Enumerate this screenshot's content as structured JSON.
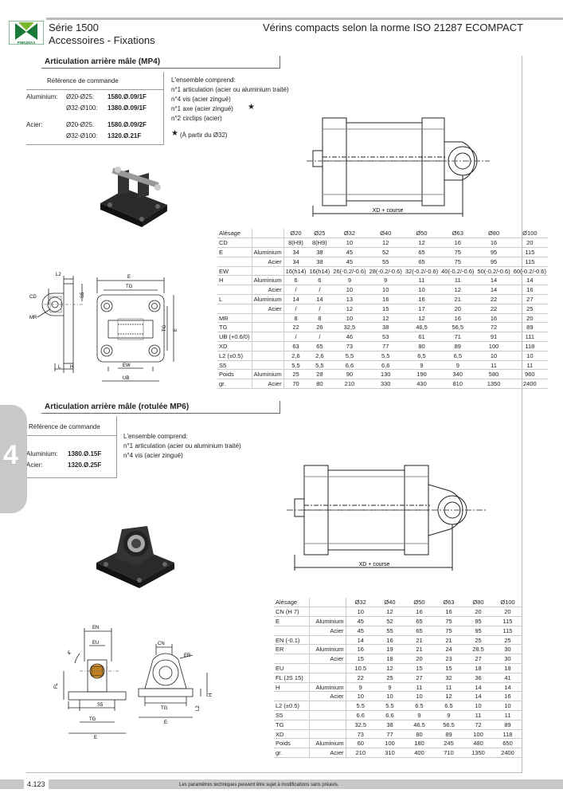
{
  "header": {
    "logo_text": "PNEUMAX",
    "series": "Série 1500",
    "subtitle": "Accessoires - Fixations",
    "product": "Vérins compacts selon la norme ISO 21287 ECOMPACT"
  },
  "mp4": {
    "title": "Articulation arrière mâle (MP4)",
    "ref_heading": "Référence de commande",
    "refs": [
      {
        "mat": "Aluminium:",
        "range": "Ø20-Ø25:",
        "code": "1580.Ø.09/1F"
      },
      {
        "mat": "",
        "range": "Ø32-Ø100:",
        "code": "1380.Ø.09/1F"
      },
      {
        "mat": "Acier:",
        "range": "Ø20-Ø25:",
        "code": "1580.Ø.09/2F"
      },
      {
        "mat": "",
        "range": "Ø32-Ø100:",
        "code": "1320.Ø.21F"
      }
    ],
    "includes_heading": "L'ensemble comprend:",
    "includes": [
      "n°1 articulation (acier ou aluminium traité)",
      "n°4 vis (acier zingué)",
      "n°1 axe (acier zingué)",
      "n°2 circlips (acier)"
    ],
    "star": "★",
    "note": "(À partir du Ø32)",
    "dim_label": "XD + course",
    "drawing_labels": {
      "L2": "L2",
      "CD": "CD",
      "S5": "S5",
      "MR": "MR",
      "L": "L",
      "H": "H",
      "E": "E",
      "TG": "TG",
      "EW": "EW",
      "UB": "UB"
    },
    "table": {
      "rows": [
        {
          "label": "Alésage",
          "sub": "",
          "vals": [
            "Ø20",
            "Ø25",
            "Ø32",
            "Ø40",
            "Ø50",
            "Ø63",
            "Ø80",
            "Ø100"
          ]
        },
        {
          "label": "CD",
          "sub": "",
          "vals": [
            "8(H9)",
            "8(H9)",
            "10",
            "12",
            "12",
            "16",
            "16",
            "20"
          ]
        },
        {
          "label": "E",
          "sub": "Aluminium",
          "vals": [
            "34",
            "38",
            "45",
            "52",
            "65",
            "75",
            "95",
            "115"
          ]
        },
        {
          "label": "",
          "sub": "Acier",
          "vals": [
            "34",
            "38",
            "45",
            "55",
            "65",
            "75",
            "95",
            "115"
          ]
        },
        {
          "label": "EW",
          "sub": "",
          "vals": [
            "16(h14)",
            "16(h14)",
            "26(-0.2/-0.6)",
            "28(-0.2/-0.6)",
            "32(-0.2/-0.6)",
            "40(-0.2/-0.6)",
            "50(-0.2/-0.6)",
            "60(-0.2/-0.6)"
          ]
        },
        {
          "label": "H",
          "sub": "Aluminium",
          "vals": [
            "6",
            "6",
            "9",
            "9",
            "11",
            "11",
            "14",
            "14"
          ]
        },
        {
          "label": "",
          "sub": "Acier",
          "vals": [
            "/",
            "/",
            "10",
            "10",
            "10",
            "12",
            "14",
            "16"
          ]
        },
        {
          "label": "L",
          "sub": "Aluminium",
          "vals": [
            "14",
            "14",
            "13",
            "16",
            "16",
            "21",
            "22",
            "27"
          ]
        },
        {
          "label": "",
          "sub": "Acier",
          "vals": [
            "/",
            "/",
            "12",
            "15",
            "17",
            "20",
            "22",
            "25"
          ]
        },
        {
          "label": "MR",
          "sub": "",
          "vals": [
            "8",
            "8",
            "10",
            "12",
            "12",
            "16",
            "16",
            "20"
          ]
        },
        {
          "label": "TG",
          "sub": "",
          "vals": [
            "22",
            "26",
            "32,5",
            "38",
            "46,5",
            "56,5",
            "72",
            "89"
          ]
        },
        {
          "label": "UB (+0.6/0)",
          "sub": "",
          "vals": [
            "/",
            "/",
            "46",
            "53",
            "61",
            "71",
            "91",
            "111"
          ]
        },
        {
          "label": "XD",
          "sub": "",
          "vals": [
            "63",
            "65",
            "73",
            "77",
            "80",
            "89",
            "100",
            "118"
          ]
        },
        {
          "label": "L2 (±0.5)",
          "sub": "",
          "vals": [
            "2,6",
            "2,6",
            "5,5",
            "5,5",
            "6,5",
            "6,5",
            "10",
            "10"
          ]
        },
        {
          "label": "S5",
          "sub": "",
          "vals": [
            "5,5",
            "5,5",
            "6,6",
            "6,6",
            "9",
            "9",
            "11",
            "11"
          ]
        },
        {
          "label": "Poids",
          "sub": "Aluminium",
          "vals": [
            "25",
            "28",
            "90",
            "130",
            "190",
            "340",
            "580",
            "960"
          ]
        },
        {
          "label": "gr.",
          "sub": "Acier",
          "vals": [
            "70",
            "80",
            "210",
            "330",
            "430",
            "810",
            "1350",
            "2400"
          ]
        }
      ]
    }
  },
  "mp6": {
    "title": "Articulation arrière mâle (rotulée MP6)",
    "ref_heading": "Référence de commande",
    "refs": [
      {
        "mat": "Aluminium:",
        "code": "1380.Ø.15F"
      },
      {
        "mat": "Acier:",
        "code": "1320.Ø.25F"
      }
    ],
    "includes_heading": "L'ensemble comprend:",
    "includes": [
      "n°1 articulation (acier ou aluminium traité)",
      "n°4 vis (acier zingué)"
    ],
    "dim_label": "XD + course",
    "drawing_labels": {
      "EN": "EN",
      "EU": "EU",
      "FL": "FL",
      "S5": "S5",
      "TG": "TG",
      "E": "E",
      "CN": "CN",
      "ER": "ER",
      "L2": "L2",
      "H": "H",
      "angle": "4°"
    },
    "table": {
      "rows": [
        {
          "label": "Alésage",
          "sub": "",
          "vals": [
            "Ø32",
            "Ø40",
            "Ø50",
            "Ø63",
            "Ø80",
            "Ø100"
          ]
        },
        {
          "label": "CN (H 7)",
          "sub": "",
          "vals": [
            "10",
            "12",
            "16",
            "16",
            "20",
            "20"
          ]
        },
        {
          "label": "E",
          "sub": "Aluminium",
          "vals": [
            "45",
            "52",
            "65",
            "75",
            "95",
            "115"
          ]
        },
        {
          "label": "",
          "sub": "Acier",
          "vals": [
            "45",
            "55",
            "65",
            "75",
            "95",
            "115"
          ]
        },
        {
          "label": "EN (-0.1)",
          "sub": "",
          "vals": [
            "14",
            "16",
            "21",
            "21",
            "25",
            "25"
          ]
        },
        {
          "label": "ER",
          "sub": "Aluminium",
          "vals": [
            "16",
            "19",
            "21",
            "24",
            "28.5",
            "30"
          ]
        },
        {
          "label": "",
          "sub": "Acier",
          "vals": [
            "15",
            "18",
            "20",
            "23",
            "27",
            "30"
          ]
        },
        {
          "label": "EU",
          "sub": "",
          "vals": [
            "10.5",
            "12",
            "15",
            "15",
            "18",
            "18"
          ]
        },
        {
          "label": "FL (JS 15)",
          "sub": "",
          "vals": [
            "22",
            "25",
            "27",
            "32",
            "36",
            "41"
          ]
        },
        {
          "label": "H",
          "sub": "Aluminium",
          "vals": [
            "9",
            "9",
            "11",
            "11",
            "14",
            "14"
          ]
        },
        {
          "label": "",
          "sub": "Acier",
          "vals": [
            "10",
            "10",
            "10",
            "12",
            "14",
            "16"
          ]
        },
        {
          "label": "L2 (±0.5)",
          "sub": "",
          "vals": [
            "5.5",
            "5.5",
            "6.5",
            "6.5",
            "10",
            "10"
          ]
        },
        {
          "label": "S5",
          "sub": "",
          "vals": [
            "6.6",
            "6.6",
            "9",
            "9",
            "11",
            "11"
          ]
        },
        {
          "label": "TG",
          "sub": "",
          "vals": [
            "32.5",
            "38",
            "46.5",
            "56.5",
            "72",
            "89"
          ]
        },
        {
          "label": "XD",
          "sub": "",
          "vals": [
            "73",
            "77",
            "80",
            "89",
            "100",
            "118"
          ]
        },
        {
          "label": "Poids",
          "sub": "Aluminium",
          "vals": [
            "60",
            "100",
            "180",
            "245",
            "480",
            "650"
          ]
        },
        {
          "label": "gr.",
          "sub": "Acier",
          "vals": [
            "210",
            "310",
            "400",
            "710",
            "1350",
            "2400"
          ]
        }
      ]
    }
  },
  "side_tab": "4",
  "footer": {
    "page": "4.123",
    "notice": "Les paramètres techniques peuvent être sujet à modifications sans préavis."
  }
}
